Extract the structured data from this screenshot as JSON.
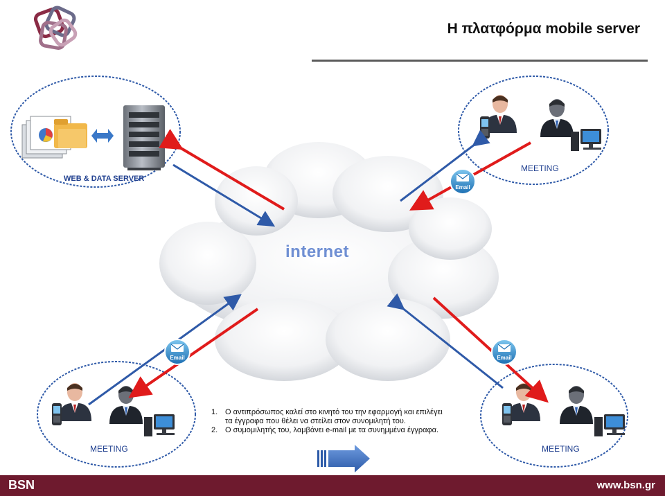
{
  "title": "Η πλατφόρμα mobile server",
  "nodes": {
    "server_label": "WEB & DATA SERVER",
    "meeting_top_right": "MEETING",
    "meeting_bottom_left": "MEETING",
    "meeting_bottom_right": "MEETING"
  },
  "cloud_label": "internet",
  "email_icon_text": "Email",
  "steps": [
    {
      "num": "1.",
      "line1": "Ο αντιπρόσωπος  καλεί στο κινητό του την εφαρμογή και επιλέγει",
      "line2": "τα έγγραφα που θέλει να στείλει στον συνομιλητή του."
    },
    {
      "num": "2.",
      "line1": "Ο συμομιλητής του, λαμβάνει e-mail με  τα συνημμένα έγγραφα.",
      "line2": ""
    }
  ],
  "footer": {
    "left": "BSN",
    "right": "www.bsn.gr"
  },
  "colors": {
    "footer_bg": "#6e1a2e",
    "arrow_red": "#e01b1b",
    "arrow_blue": "#2f5aa8",
    "ellipse_border": "#2f5aa8",
    "label_blue": "#1f3f8f"
  }
}
